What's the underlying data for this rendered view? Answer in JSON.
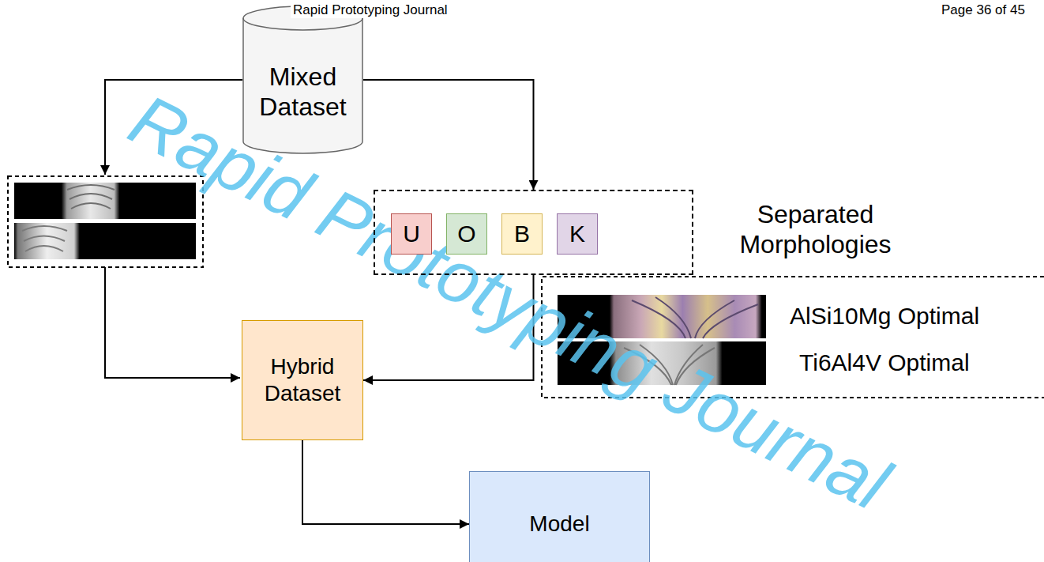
{
  "diagram": {
    "nodes": [
      {
        "text": [
          "Mixed Dataset"
        ]
      },
      {
        "text": [
          "Separated Morphologies"
        ]
      },
      {
        "text": [
          "U"
        ],
        "in": 1
      },
      {
        "text": [
          "O"
        ],
        "in": 1
      },
      {
        "text": [
          "B"
        ],
        "in": 1
      },
      {
        "text": [
          "K"
        ],
        "in": 1
      },
      {
        "text": [
          "Hybrid Dataset"
        ]
      },
      {
        "text": [
          "Model"
        ]
      }
    ],
    "edges": [
      {
        "from": 0,
        "to": 1,
        "arrow": "to"
      },
      {
        "from": 1,
        "to": 6,
        "arrow": "to"
      },
      {
        "from": 6,
        "to": 7,
        "arrow": "to"
      }
    ],
    "labels": [
      "Rapid Prototyping Journal",
      "Page 36 of 45",
      "AlSi10Mg Optimal",
      "Ti6Al4V Optimal",
      "Rapid Prototyping Journal"
    ]
  }
}
